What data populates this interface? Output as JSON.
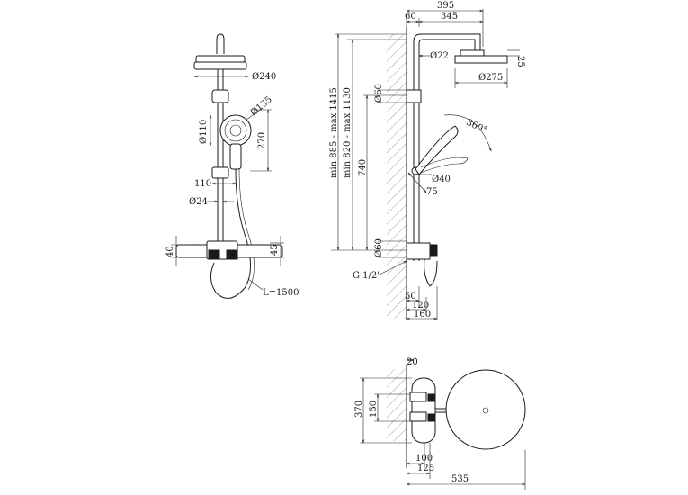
{
  "front_view": {
    "d_head": "Ø240",
    "d_handshower": "Ø135",
    "d_handshower_face": "Ø110",
    "h_handshower": "270",
    "slider_offset": "110",
    "d_rod": "Ø24",
    "h_mixer_left": "40",
    "h_mixer_right": "45",
    "hose_length": "L=1500"
  },
  "side_view": {
    "w_total": "395",
    "w_wall": "60",
    "w_arm": "345",
    "d_arm": "Ø22",
    "h_head": "25",
    "d_head": "Ø275",
    "h_total": "min 885 - max 1415",
    "h_rod": "min 820 - max 1130",
    "h_mixer_axis": "740",
    "d_wall_upper": "Ø60",
    "d_wall_lower": "Ø60",
    "rotation": "360°",
    "d_holder": "Ø40",
    "holder_len": "75",
    "thread": "G 1/2\"",
    "depth_1": "50",
    "depth_2": "120",
    "depth_3": "160"
  },
  "top_view": {
    "w_wall": "20",
    "h_total": "370",
    "h_centers": "150",
    "w_1": "100",
    "w_2": "125",
    "w_total": "535"
  }
}
